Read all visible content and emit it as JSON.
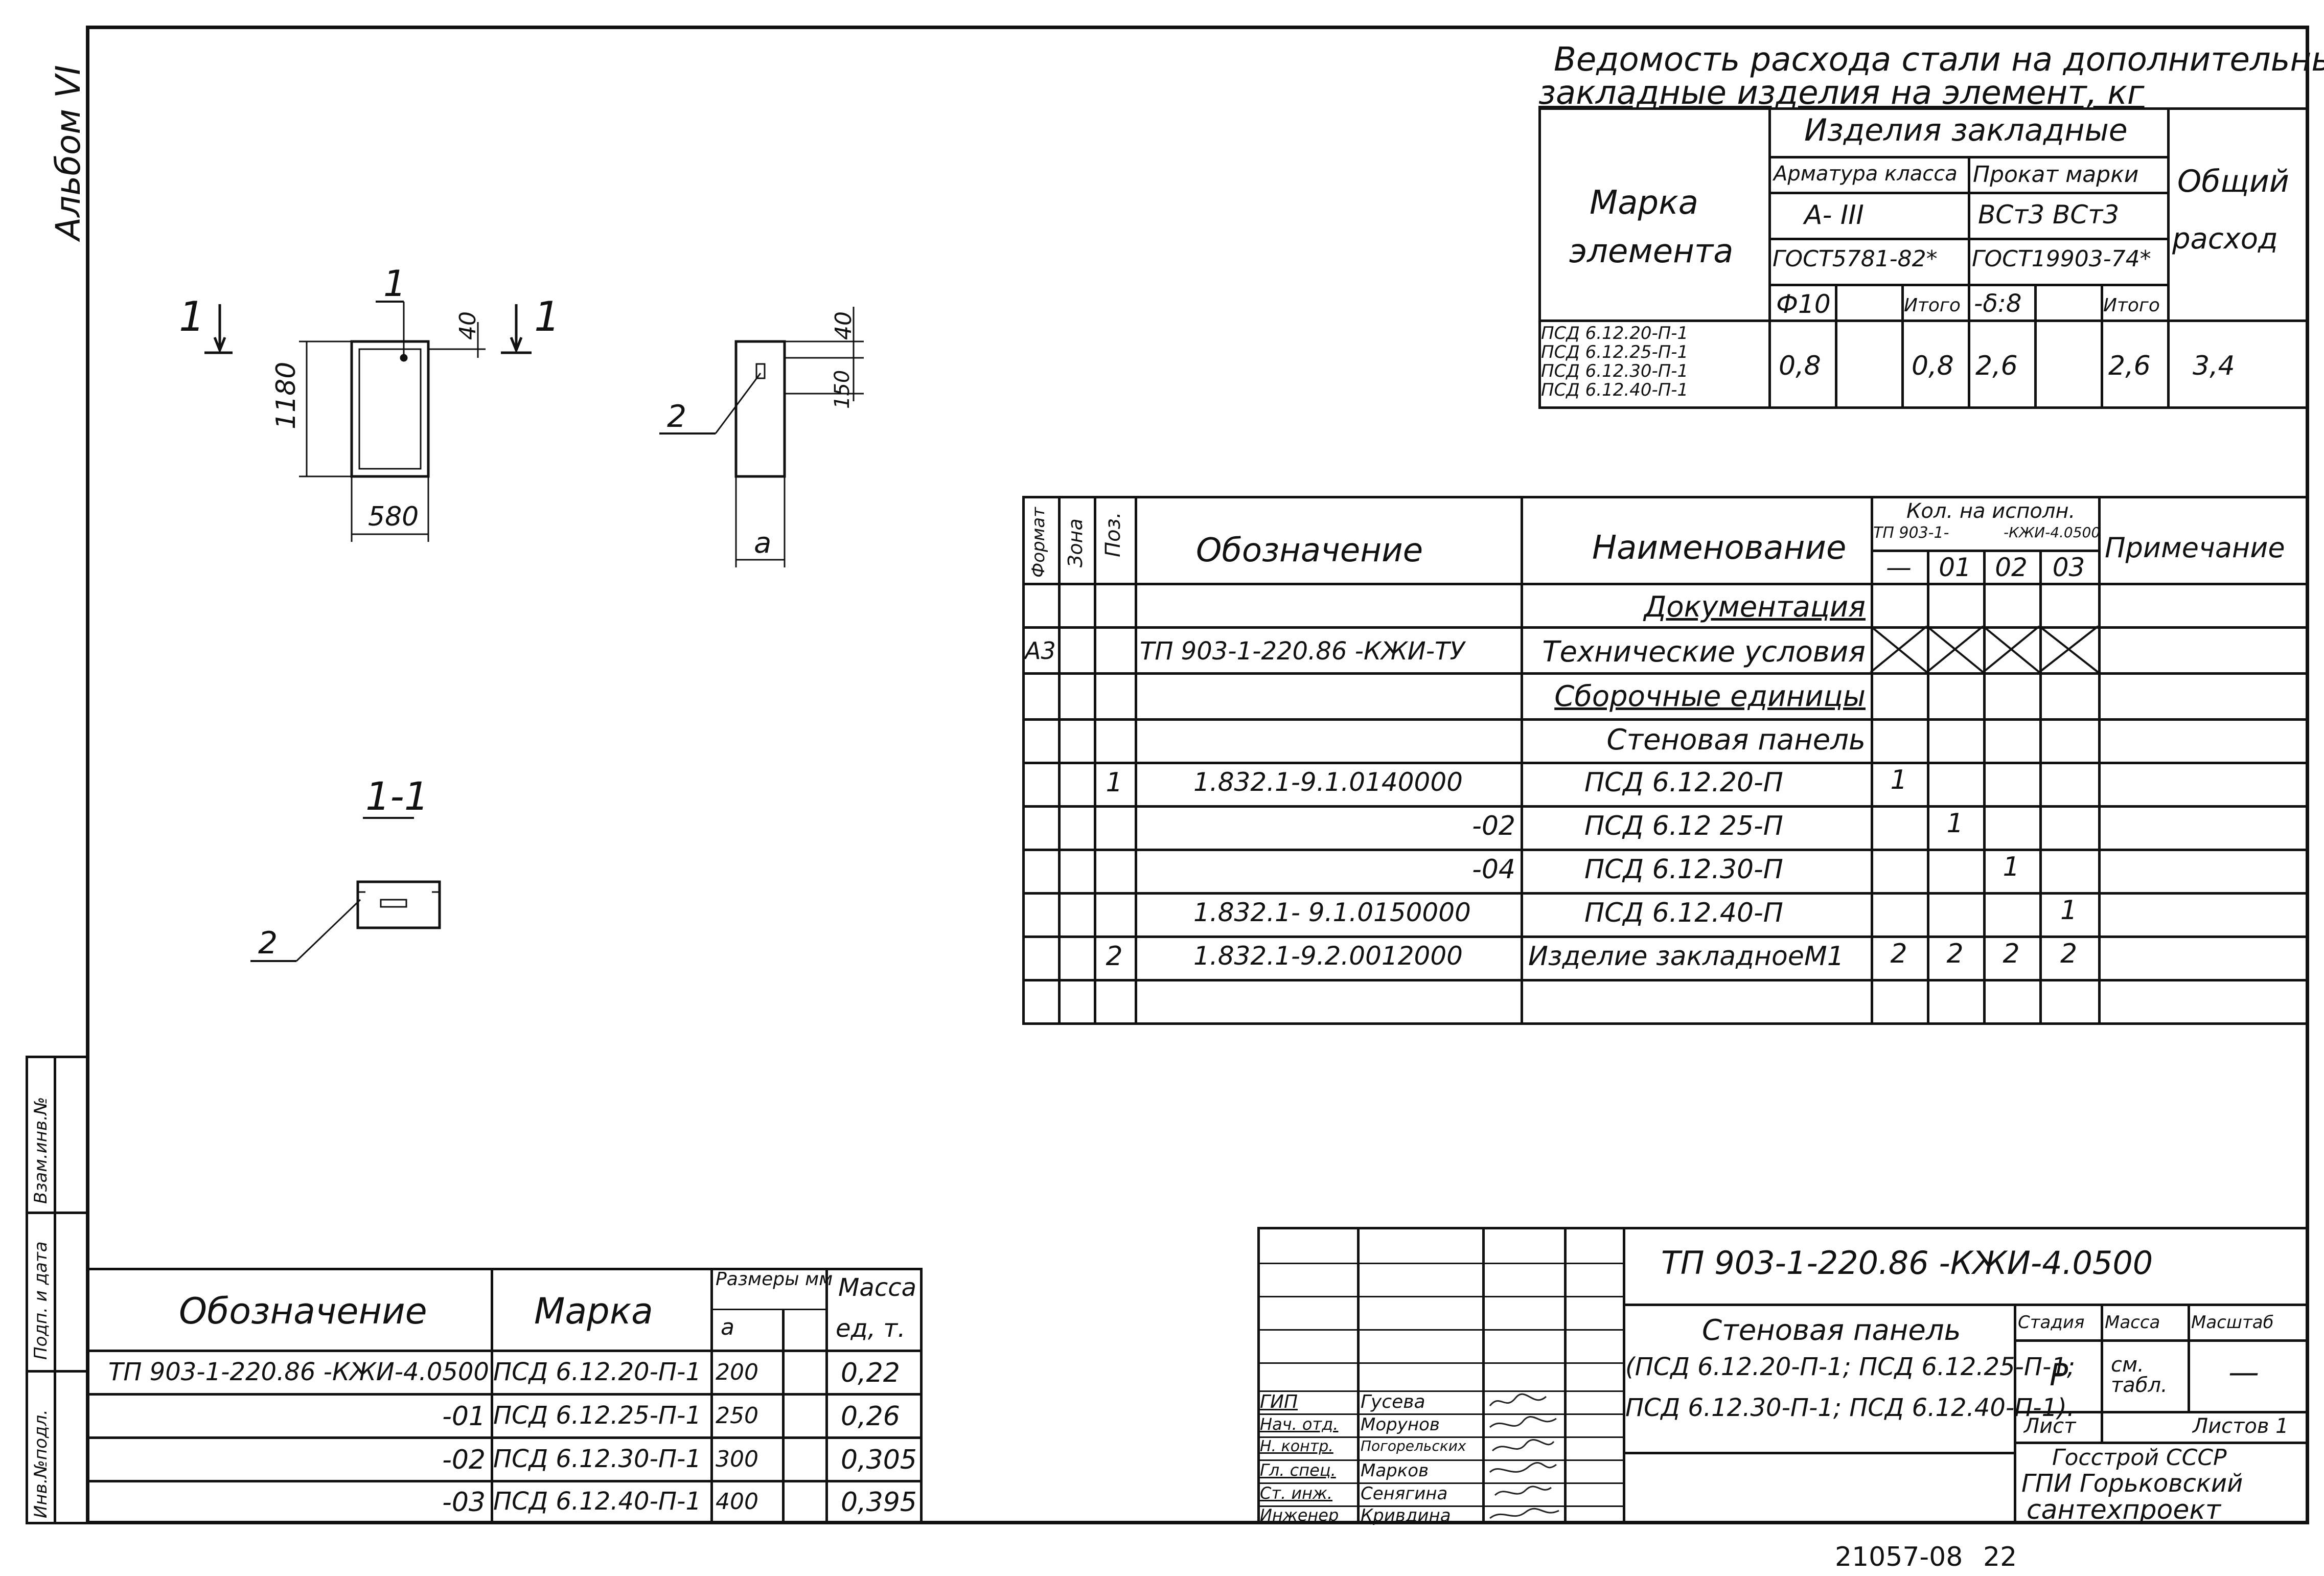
{
  "album_label": "Альбом VI",
  "left_strip": [
    "Инв.№подл.",
    "Подп. и дата",
    "Взам.инв.№"
  ],
  "steel_table": {
    "title_line1": "Ведомость расхода стали на дополнительные",
    "title_line2": "закладные изделия на элемент, кг",
    "col_mark_1": "Марка",
    "col_mark_2": "элемента",
    "col_items": "Изделия закладные",
    "col_rebar_class": "Арматура класса",
    "col_rebar_grade": "А- III",
    "col_rebar_gost": "ГОСТ5781-82*",
    "col_rolled_grade": "Прокат марки",
    "col_rolled_st": "ВСт3 ВСт3",
    "col_rolled_gost": "ГОСТ19903-74*",
    "col_total": "Общий",
    "col_total2": "расход",
    "sub_phi": "Ф10",
    "sub_total1": "Итого",
    "sub_delta": "-δ:8",
    "sub_total2": "Итого",
    "row_marks": [
      "ПСД 6.12.20-П-1",
      "ПСД 6.12.25-П-1",
      "ПСД 6.12.30-П-1",
      "ПСД 6.12.40-П-1"
    ],
    "row_values": [
      "0,8",
      "",
      "0,8",
      "2,6",
      "",
      "2,6",
      "3,4"
    ]
  },
  "spec_table": {
    "headers": {
      "format": "Формат",
      "zone": "Зона",
      "pos": "Поз.",
      "designation": "Обозначение",
      "name": "Наименование",
      "qty": "Кол. на исполн.",
      "qty_doc": "ТП 903-1-",
      "qty_doc2": "-КЖИ-4.0500",
      "qty_cols": [
        "—",
        "01",
        "02",
        "03"
      ],
      "note": "Примечание"
    },
    "rows": [
      {
        "format": "",
        "pos": "",
        "designation": "",
        "name": "Документация",
        "q": [
          "",
          "",
          "",
          ""
        ]
      },
      {
        "format": "А3",
        "pos": "",
        "designation": "ТП 903-1-220.86 -КЖИ-ТУ",
        "name": "Технические условия",
        "q": [
          "",
          "",
          "",
          ""
        ]
      },
      {
        "format": "",
        "pos": "",
        "designation": "",
        "name": "Сборочные единицы",
        "q": [
          "",
          "",
          "",
          ""
        ]
      },
      {
        "format": "",
        "pos": "",
        "designation": "",
        "name": "Стеновая панель",
        "q": [
          "",
          "",
          "",
          ""
        ]
      },
      {
        "format": "",
        "pos": "1",
        "designation": "1.832.1-9.1.0140000",
        "name": "ПСД 6.12.20-П",
        "q": [
          "1",
          "",
          "",
          ""
        ]
      },
      {
        "format": "",
        "pos": "",
        "designation": "-02",
        "name": "ПСД 6.12 25-П",
        "q": [
          "",
          "1",
          "",
          ""
        ]
      },
      {
        "format": "",
        "pos": "",
        "designation": "-04",
        "name": "ПСД 6.12.30-П",
        "q": [
          "",
          "",
          "1",
          ""
        ]
      },
      {
        "format": "",
        "pos": "",
        "designation": "1.832.1- 9.1.0150000",
        "name": "ПСД 6.12.40-П",
        "q": [
          "",
          "",
          "",
          "1"
        ]
      },
      {
        "format": "",
        "pos": "2",
        "designation": "1.832.1-9.2.0012000",
        "name": "Изделие закладноеМ1",
        "q": [
          "2",
          "2",
          "2",
          "2"
        ]
      },
      {
        "format": "",
        "pos": "",
        "designation": "",
        "name": "",
        "q": [
          "",
          "",
          "",
          ""
        ]
      }
    ]
  },
  "drawing": {
    "dim_1180": "1180",
    "dim_580": "580",
    "dim_40a": "40",
    "dim_40b": "40",
    "dim_150": "150",
    "dim_a": "a",
    "cut_mark": "1",
    "leader_1": "1",
    "leader_2a": "2",
    "leader_2b": "2",
    "section_label": "1-1"
  },
  "marks_table": {
    "h_designation": "Обозначение",
    "h_mark": "Марка",
    "h_dims": "Размеры мм",
    "h_dims_a": "a",
    "h_mass": "Масса",
    "h_mass_unit": "ед, т.",
    "rows": [
      {
        "designation": "ТП 903-1-220.86 -КЖИ-4.0500",
        "mark": "ПСД 6.12.20-П-1",
        "a": "200",
        "mass": "0,22"
      },
      {
        "designation": "-01",
        "mark": "ПСД 6.12.25-П-1",
        "a": "250",
        "mass": "0,26"
      },
      {
        "designation": "-02",
        "mark": "ПСД 6.12.30-П-1",
        "a": "300",
        "mass": "0,305"
      },
      {
        "designation": "-03",
        "mark": "ПСД 6.12.40-П-1",
        "a": "400",
        "mass": "0,395"
      }
    ]
  },
  "title_block": {
    "code": "ТП 903-1-220.86 -КЖИ-4.0500",
    "name_1": "Стеновая панель",
    "name_2": "(ПСД 6.12.20-П-1; ПСД 6.12.25-П-1;",
    "name_3": "ПСД 6.12.30-П-1; ПСД 6.12.40-П-1).",
    "stage_h": "Стадия",
    "mass_h": "Масса",
    "scale_h": "Масштаб",
    "stage_v": "Р",
    "mass_v": "см. табл.",
    "scale_v": "—",
    "sheet_h": "Лист",
    "sheets_h": "Листов 1",
    "org_1": "Госстрой СССР",
    "org_2": "ГПИ Горьковский",
    "org_3": "сантехпроект",
    "staff": [
      {
        "role": "ГИП",
        "name": "Гусева"
      },
      {
        "role": "Нач. отд.",
        "name": "Морунов"
      },
      {
        "role": "Н. контр.",
        "name": "Погорельских"
      },
      {
        "role": "Гл. спец.",
        "name": "Марков"
      },
      {
        "role": "Ст. инж.",
        "name": "Сенягина"
      },
      {
        "role": "Инженер",
        "name": "Кривдина"
      }
    ]
  },
  "footer": {
    "archive_no": "21057-08",
    "page": "22"
  }
}
